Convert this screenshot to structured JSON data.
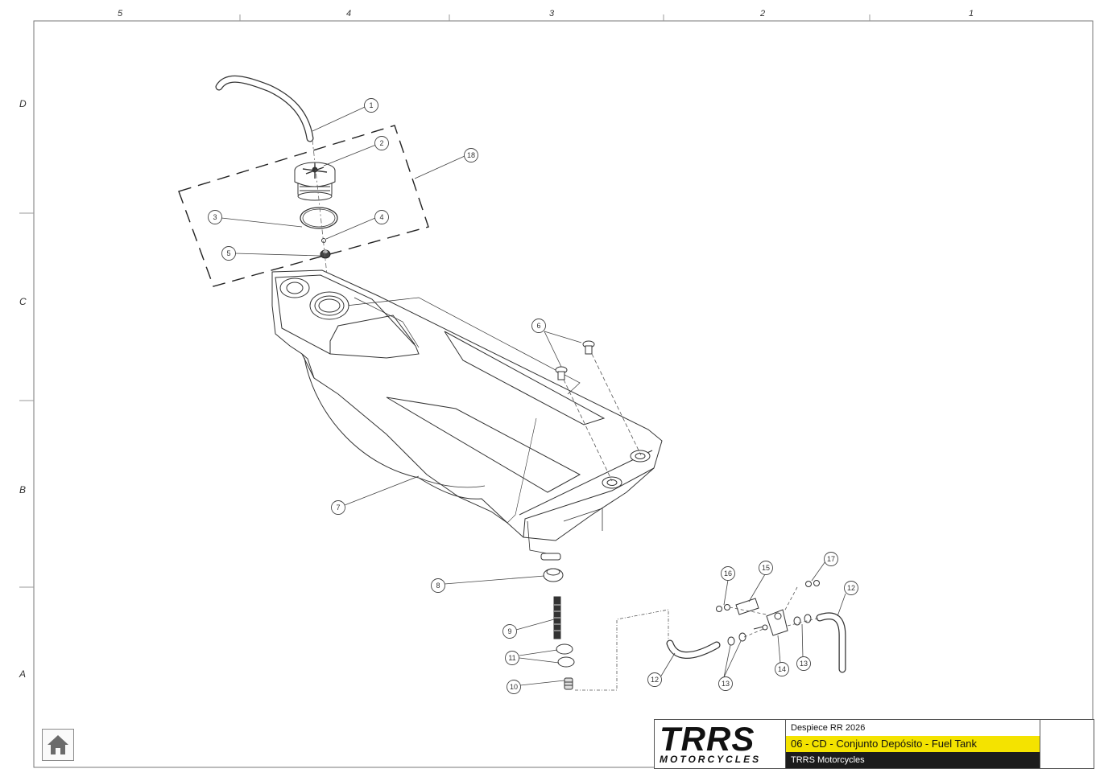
{
  "grid": {
    "columns": [
      "5",
      "4",
      "3",
      "2",
      "1"
    ],
    "rows": [
      "D",
      "C",
      "B",
      "A"
    ]
  },
  "callouts": [
    "1",
    "2",
    "18",
    "3",
    "4",
    "5",
    "6",
    "7",
    "8",
    "9",
    "11",
    "10",
    "12",
    "13",
    "16",
    "15",
    "17",
    "12",
    "13",
    "14"
  ],
  "title_block": {
    "logo_main": "TRRS",
    "logo_sub": "MOTORCYCLES",
    "doc_title": "Despiece RR 2026",
    "section": "06 - CD - Conjunto Depósito - Fuel Tank",
    "company": "TRRS Motorcycles"
  },
  "colors": {
    "accent_yellow": "#f4e300",
    "brand_red": "#e0191f",
    "dark": "#1c1c1c"
  },
  "icons": {
    "home": "home-icon",
    "brand_shield": "trrs-shield-logo"
  }
}
